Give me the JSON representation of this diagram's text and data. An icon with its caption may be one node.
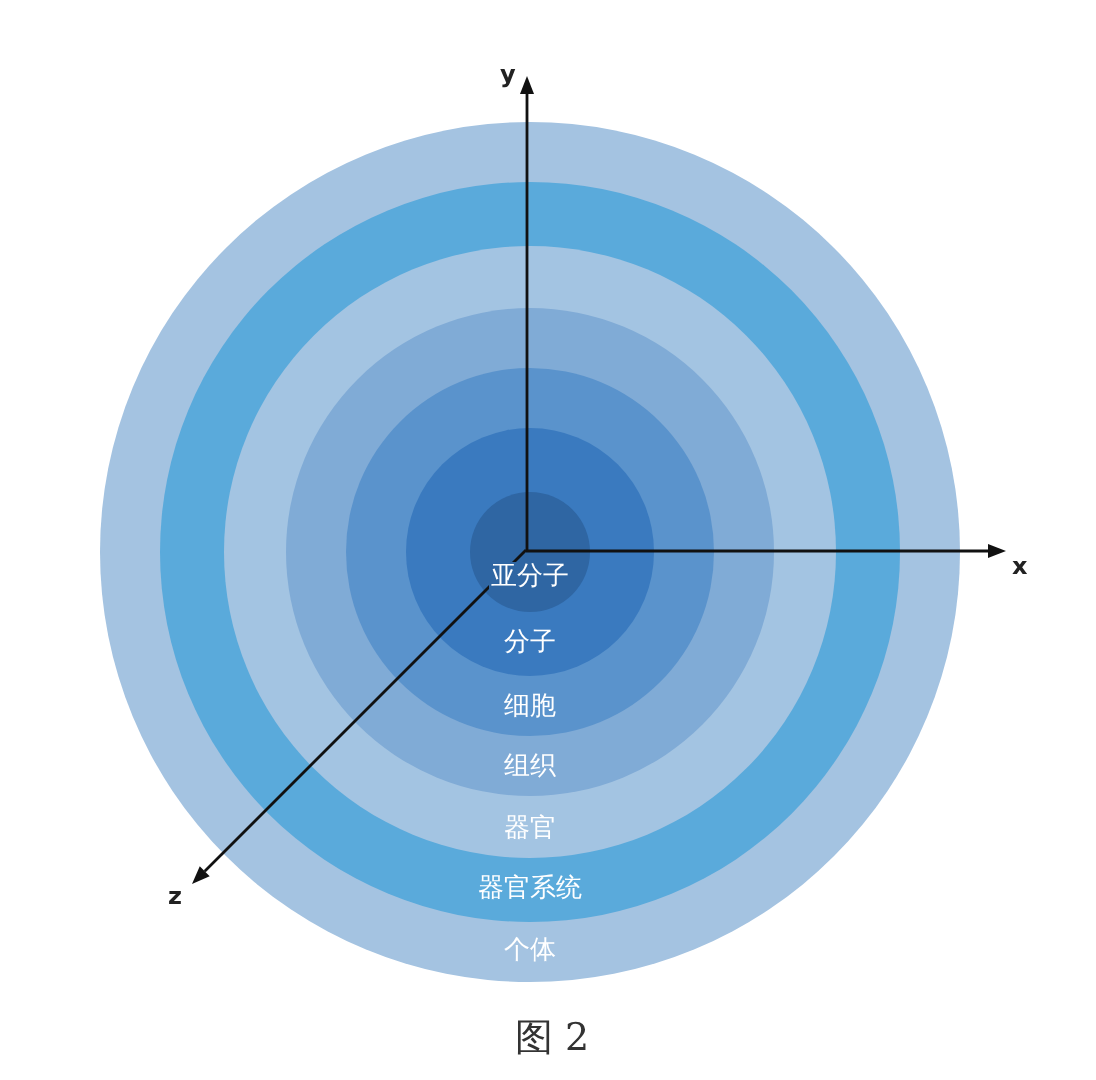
{
  "diagram": {
    "caption": "图 2",
    "nodes": [
      {
        "text": [
          "个体"
        ]
      },
      {
        "text": [
          "器官系统"
        ],
        "in": 0
      },
      {
        "text": [
          "器官"
        ],
        "in": 1
      },
      {
        "text": [
          "组织"
        ],
        "in": 2
      },
      {
        "text": [
          "细胞"
        ],
        "in": 3
      },
      {
        "text": [
          "分子"
        ],
        "in": 4
      },
      {
        "text": [
          "亚分子"
        ],
        "in": 5
      }
    ],
    "labels": [
      "y",
      "x",
      "z"
    ]
  }
}
